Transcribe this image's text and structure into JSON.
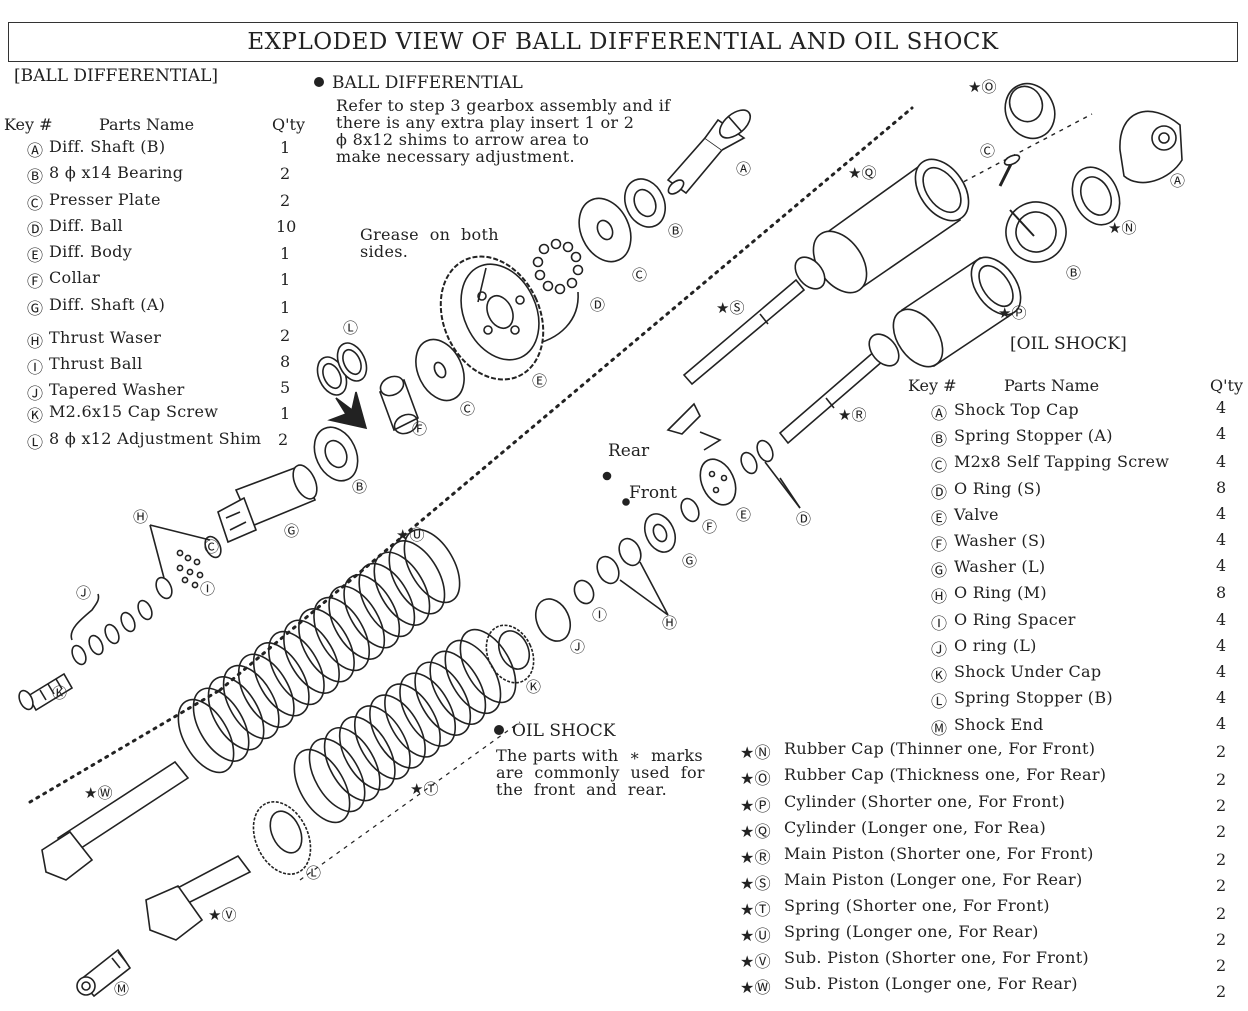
{
  "title": "EXPLODED VIEW OF BALL DIFFERENTIAL AND OIL SHOCK",
  "ball_diff": {
    "section_label": "[BALL DIFFERENTIAL]",
    "header": {
      "key": "Key #",
      "name": "Parts Name",
      "qty": "Q'ty"
    },
    "parts": [
      {
        "key": "Ⓐ",
        "name": "Diff. Shaft (B)",
        "qty": "1"
      },
      {
        "key": "Ⓑ",
        "name": "8 ϕ x14 Bearing",
        "qty": "2"
      },
      {
        "key": "Ⓒ",
        "name": "Presser Plate",
        "qty": "2"
      },
      {
        "key": "Ⓓ",
        "name": "Diff. Ball",
        "qty": "10"
      },
      {
        "key": "Ⓔ",
        "name": "Diff. Body",
        "qty": "1"
      },
      {
        "key": "Ⓕ",
        "name": "Collar",
        "qty": "1"
      },
      {
        "key": "Ⓖ",
        "name": "Diff. Shaft  (A)",
        "qty": "1"
      },
      {
        "key": "Ⓗ",
        "name": "Thrust  Waser",
        "qty": "2"
      },
      {
        "key": "Ⓘ",
        "name": "Thrust  Ball",
        "qty": "8"
      },
      {
        "key": "Ⓙ",
        "name": "Tapered  Washer",
        "qty": "5"
      },
      {
        "key": "Ⓚ",
        "name": "M2.6x15  Cap  Screw",
        "qty": "1"
      },
      {
        "key": "Ⓛ",
        "name": "8 ϕ x12  Adjustment Shim",
        "qty": "2"
      }
    ]
  },
  "ball_diff_note": {
    "heading": "BALL DIFFERENTIAL",
    "text": "Refer to step 3 gearbox assembly and if\nthere is any extra play insert 1 or 2\nϕ 8x12 shims to arrow area to\nmake necessary adjustment."
  },
  "grease_note": "Grease  on  both\nsides.",
  "oil_shock": {
    "section_label": "[OIL  SHOCK]",
    "header": {
      "key": "Key #",
      "name": "Parts Name",
      "qty": "Q'ty"
    },
    "parts": [
      {
        "key": "Ⓐ",
        "name": "Shock  Top  Cap",
        "qty": "4"
      },
      {
        "key": "Ⓑ",
        "name": "Spring  Stopper  (A)",
        "qty": "4"
      },
      {
        "key": "Ⓒ",
        "name": "M2x8  Self  Tapping  Screw",
        "qty": "4"
      },
      {
        "key": "Ⓓ",
        "name": "O  Ring  (S)",
        "qty": "8"
      },
      {
        "key": "Ⓔ",
        "name": "Valve",
        "qty": "4"
      },
      {
        "key": "Ⓕ",
        "name": "Washer  (S)",
        "qty": "4"
      },
      {
        "key": "Ⓖ",
        "name": "Washer  (L)",
        "qty": "4"
      },
      {
        "key": "Ⓗ",
        "name": "O  Ring  (M)",
        "qty": "8"
      },
      {
        "key": "Ⓘ",
        "name": "O  Ring  Spacer",
        "qty": "4"
      },
      {
        "key": "Ⓙ",
        "name": "O  ring  (L)",
        "qty": "4"
      },
      {
        "key": "Ⓚ",
        "name": "Shock  Under  Cap",
        "qty": "4"
      },
      {
        "key": "Ⓛ",
        "name": "Spring  Stopper  (B)",
        "qty": "4"
      },
      {
        "key": "Ⓜ",
        "name": "Shock  End",
        "qty": "4"
      },
      {
        "key": "★Ⓝ",
        "name": "Rubber  Cap   (Thinner  one,  For  Front)",
        "qty": "2"
      },
      {
        "key": "★Ⓞ",
        "name": "Rubber  Cap   (Thickness  one,  For  Rear)",
        "qty": "2"
      },
      {
        "key": "★Ⓟ",
        "name": "Cylinder   (Shorter  one,  For  Front)",
        "qty": "2"
      },
      {
        "key": "★Ⓠ",
        "name": "Cylinder   (Longer  one,  For  Rea)",
        "qty": "2"
      },
      {
        "key": "★Ⓡ",
        "name": "Main  Piston   (Shorter  one,  For  Front)",
        "qty": "2"
      },
      {
        "key": "★Ⓢ",
        "name": "Main  Piston   (Longer  one,  For  Rear)",
        "qty": "2"
      },
      {
        "key": "★Ⓣ",
        "name": "Spring   (Shorter  one,  For  Front)",
        "qty": "2"
      },
      {
        "key": "★Ⓤ",
        "name": "Spring   (Longer  one,  For  Rear)",
        "qty": "2"
      },
      {
        "key": "★Ⓥ",
        "name": "Sub.  Piston   (Shorter  one,  For  Front)",
        "qty": "2"
      },
      {
        "key": "★Ⓦ",
        "name": "Sub.  Piston   (Longer  one,  For   Rear)",
        "qty": "2"
      }
    ]
  },
  "oil_shock_note": {
    "heading": "OIL  SHOCK",
    "text": "The parts with  ∗  marks\nare  commonly  used  for\nthe  front  and  rear."
  },
  "labels": {
    "rear": "Rear",
    "front": "Front"
  },
  "callouts": {
    "diff": [
      "Ⓐ",
      "Ⓑ",
      "Ⓒ",
      "Ⓓ",
      "Ⓔ",
      "Ⓒ",
      "Ⓕ",
      "Ⓛ",
      "Ⓑ",
      "Ⓖ",
      "Ⓒ",
      "Ⓗ",
      "Ⓘ",
      "Ⓙ",
      "Ⓚ"
    ],
    "shock": [
      "★Ⓞ",
      "Ⓒ",
      "Ⓐ",
      "★Ⓝ",
      "Ⓑ",
      "★Ⓠ",
      "★Ⓢ",
      "★Ⓟ",
      "★Ⓡ",
      "Ⓓ",
      "Ⓔ",
      "Ⓕ",
      "Ⓖ",
      "Ⓗ",
      "Ⓘ",
      "Ⓙ",
      "Ⓚ",
      "★Ⓤ",
      "★Ⓣ",
      "★Ⓦ",
      "★Ⓥ",
      "Ⓛ",
      "Ⓜ"
    ]
  }
}
